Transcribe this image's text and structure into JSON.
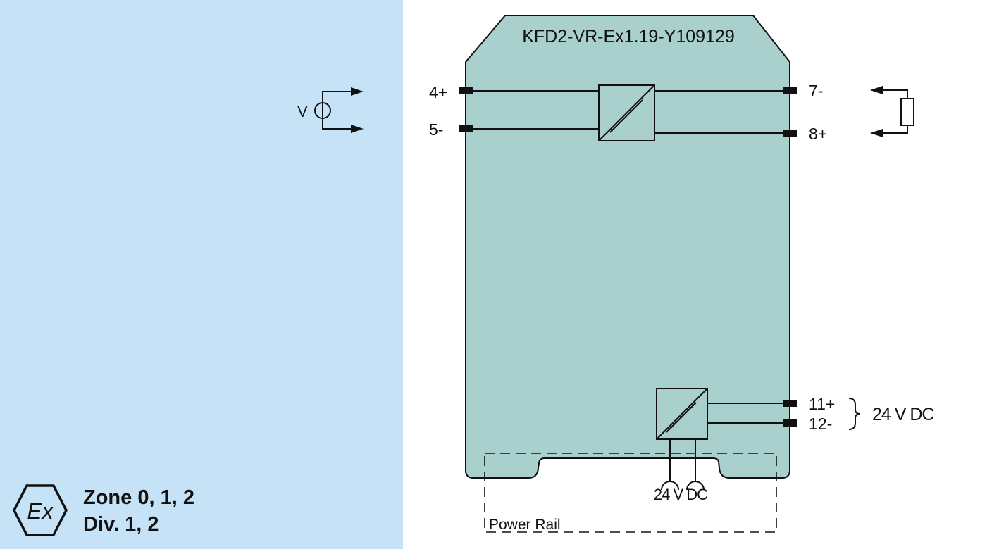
{
  "module": {
    "title": "KFD2-VR-Ex1.19-Y109129"
  },
  "terminals": {
    "t4": "4+",
    "t5": "5-",
    "t7": "7-",
    "t8": "8+",
    "t11": "11+",
    "t12": "12-"
  },
  "input_source": {
    "label": "V"
  },
  "supply": {
    "label": "24 V DC"
  },
  "power_rail": {
    "label": "Power Rail",
    "supply_label": "24 V DC"
  },
  "certification": {
    "zone": "Zone 0, 1, 2",
    "div": "Div. 1, 2",
    "ex_mark": "Ex"
  },
  "colors": {
    "panel": "#c5e2f7",
    "module": "#a9d0cc"
  }
}
